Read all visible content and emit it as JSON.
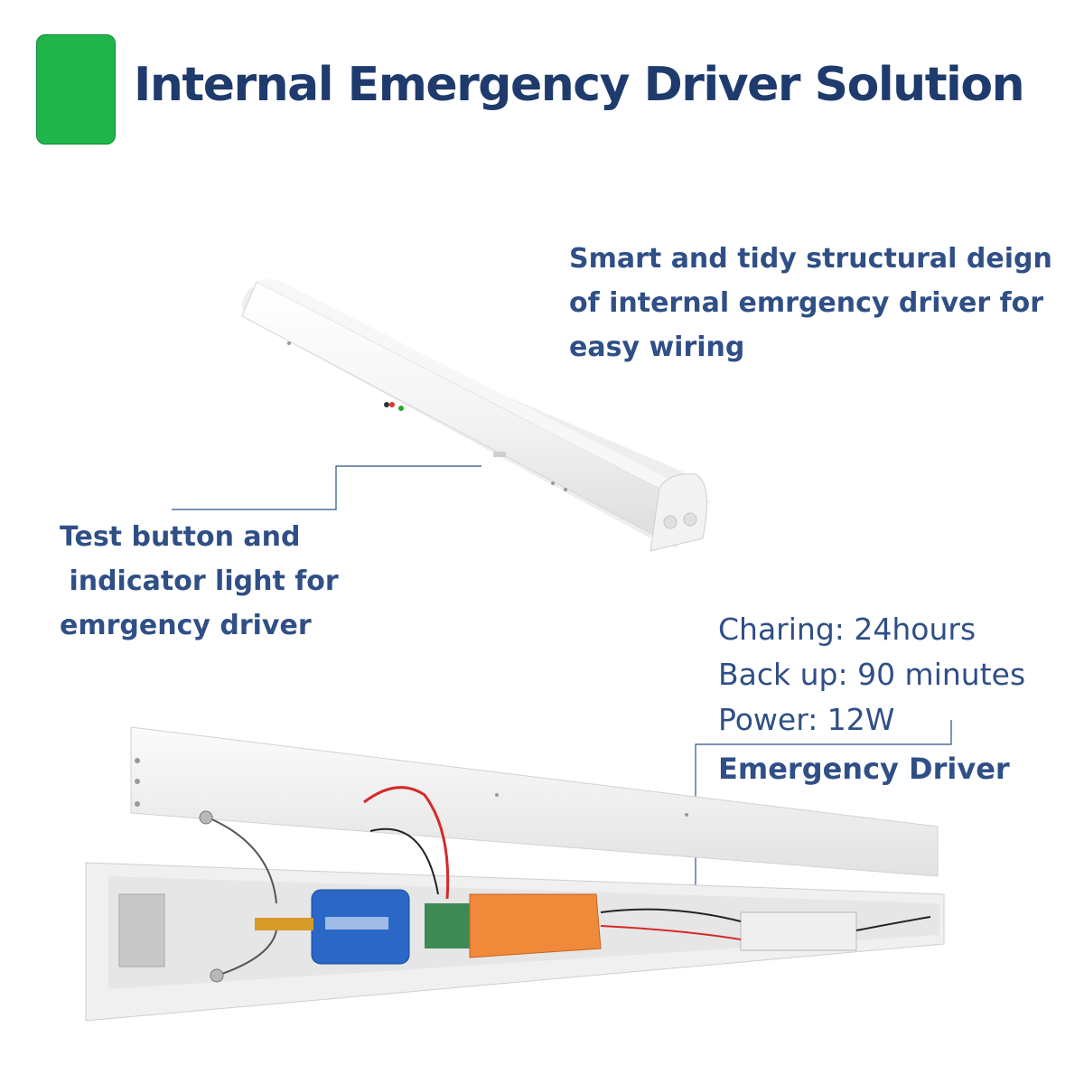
{
  "header": {
    "title": "Internal Emergency Driver Solution",
    "badge_color": "#1fb54a",
    "title_color": "#1f3b6e"
  },
  "callouts": {
    "structure": {
      "lines": [
        "Smart and tidy structural deign",
        "of internal emrgency driver for",
        "easy wiring"
      ]
    },
    "test_button": {
      "lines": [
        "Test button and",
        " indicator light for",
        "emrgency driver"
      ]
    }
  },
  "specs": {
    "charging": "Charing: 24hours",
    "backup": "Back up: 90 minutes",
    "power": "Power: 12W"
  },
  "driver_label": "Emergency Driver",
  "accent_color": "#2f4f86"
}
